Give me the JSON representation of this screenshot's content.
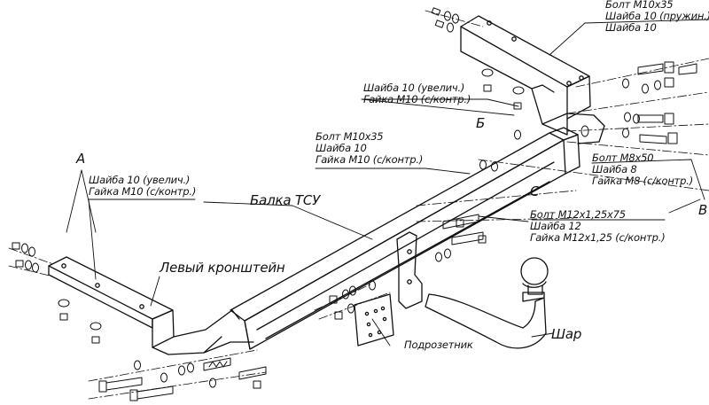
{
  "labels": {
    "top_right": {
      "line1": "Болт M10x35",
      "line2": "Шайба 10 (пружин.)",
      "line3": "Шайба 10"
    },
    "b_group": {
      "line1": "Шайба 10 (увелич.)",
      "line2": "Гайка M10 (с/контр.)",
      "letter": "Б"
    },
    "beam_bolts": {
      "line1": "Болт M10x35",
      "line2": "Шайба 10",
      "line3": "Гайка M10 (с/контр.)"
    },
    "v_group": {
      "line1": "Болт M8x50",
      "line2": "Шайба 8",
      "line3": "Гайка M8 (с/контр.)",
      "letter": "В"
    },
    "a_group": {
      "letter": "A",
      "line1": "Шайба 10 (увелич.)",
      "line2": "Гайка M10 (с/контр.)"
    },
    "c_group": {
      "letter": "C",
      "line1": "Болт M12x1,25x75",
      "line2": "Шайба 12",
      "line3": "Гайка M12x1,25 (с/контр.)"
    },
    "beam": "Балка ТСУ",
    "left_bracket": "Левый кронштейн",
    "ball": "Шар",
    "socket_plate": "Подрозетник"
  },
  "colors": {
    "line": "#111111",
    "background": "#ffffff"
  }
}
